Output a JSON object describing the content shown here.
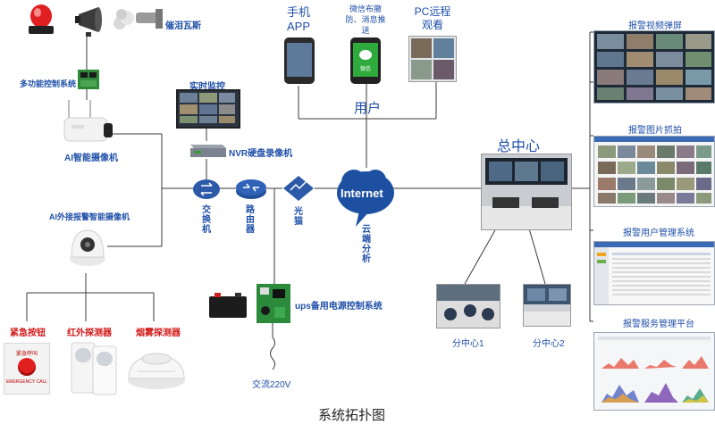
{
  "caption": "系统拓扑图",
  "top_left": {
    "wind_label": "催泪瓦斯",
    "multi_ctrl": "多功能控制系统",
    "ai_camera": "AI智能摄像机",
    "ai_ext_camera": "AI外接报警智能摄像机"
  },
  "center": {
    "monitor": "实时监控",
    "nvr": "NVR硬盘录像机",
    "switch_label": "交换机",
    "router_label": "路由器",
    "optical_label": "光猫",
    "internet": "Internet",
    "cloud_label": "云端分析",
    "ups": "ups备用电源控制系统",
    "ac": "交流220V",
    "user": "用户"
  },
  "user_devices": {
    "phone": "手机APP",
    "wechat": "微信布撤防、消息推送",
    "pc": "PC远程观看",
    "wechat_icon_text": "微信"
  },
  "hub": {
    "title": "总中心",
    "sub1": "分中心1",
    "sub2": "分中心2"
  },
  "right_panels": {
    "video": "报警视频弹屏",
    "photo": "报警图片抓拍",
    "usermgr": "报警用户管理系统",
    "service": "报警服务管理平台"
  },
  "sensors": {
    "button": "紧急按钮",
    "ir": "红外探测器",
    "smoke": "烟雾探测器",
    "button_text_1": "紧急呼叫",
    "button_text_2": "EMERGENCY CALL"
  },
  "colors": {
    "label_blue": "#1f4fa8",
    "label_red": "#d21a1a",
    "line": "#333333"
  }
}
